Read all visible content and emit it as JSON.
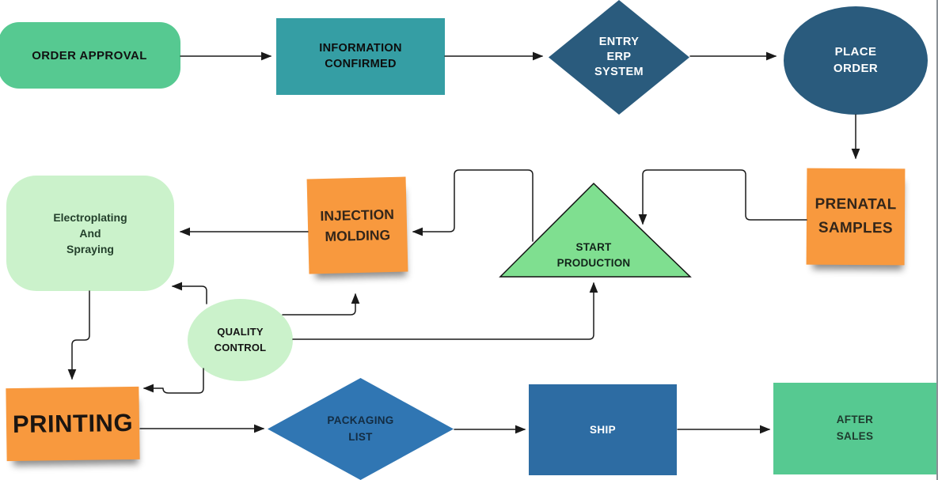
{
  "diagram_type": "flowchart",
  "nodes": {
    "order_approval": {
      "label": "ORDER APPROVAL",
      "shape": "rounded-rectangle",
      "fill": "#56C991"
    },
    "information_confirmed": {
      "label": "INFORMATION\nCONFIRMED",
      "shape": "rectangle",
      "fill": "#359EA4"
    },
    "entry_erp_system": {
      "label": "ENTRY\nERP\nSYSTEM",
      "shape": "diamond",
      "fill": "#2A5B7D"
    },
    "place_order": {
      "label": "PLACE\nORDER",
      "shape": "ellipse",
      "fill": "#2A5B7D"
    },
    "prenatal_samples": {
      "label": "PRENATAL\nSAMPLES",
      "shape": "sticky-note",
      "fill": "#F8993E"
    },
    "electroplating": {
      "label": "Electroplating\nAnd\nSpraying",
      "shape": "rounded-rectangle",
      "fill": "#CBF2CB"
    },
    "injection_molding": {
      "label": "INJECTION\nMOLDING",
      "shape": "sticky-note",
      "fill": "#F8993E"
    },
    "start_production": {
      "label": "START\nPRODUCTION",
      "shape": "triangle",
      "fill": "#7FDF90"
    },
    "quality_control": {
      "label": "QUALITY\nCONTROL",
      "shape": "ellipse",
      "fill": "#CBF2CB"
    },
    "printing": {
      "label": "PRINTING",
      "shape": "sticky-note",
      "fill": "#F8993E"
    },
    "packaging_list": {
      "label": "PACKAGING\nLIST",
      "shape": "diamond",
      "fill": "#3076B3"
    },
    "ship": {
      "label": "SHIP",
      "shape": "rectangle",
      "fill": "#2D6CA3"
    },
    "after_sales": {
      "label": "AFTER\nSALES",
      "shape": "rectangle",
      "fill": "#56C991"
    }
  },
  "edges": [
    {
      "from": "ORDER APPROVAL",
      "to": "INFORMATION CONFIRMED"
    },
    {
      "from": "INFORMATION CONFIRMED",
      "to": "ENTRY ERP SYSTEM"
    },
    {
      "from": "ENTRY ERP SYSTEM",
      "to": "PLACE ORDER"
    },
    {
      "from": "PLACE ORDER",
      "to": "PRENATAL SAMPLES"
    },
    {
      "from": "PRENATAL SAMPLES",
      "to": "START PRODUCTION"
    },
    {
      "from": "START PRODUCTION",
      "to": "INJECTION MOLDING"
    },
    {
      "from": "INJECTION MOLDING",
      "to": "ELECTROPLATING AND SPRAYING"
    },
    {
      "from": "ELECTROPLATING AND SPRAYING",
      "to": "PRINTING"
    },
    {
      "from": "QUALITY CONTROL",
      "to": "ELECTROPLATING AND SPRAYING"
    },
    {
      "from": "QUALITY CONTROL",
      "to": "INJECTION MOLDING"
    },
    {
      "from": "QUALITY CONTROL",
      "to": "START PRODUCTION"
    },
    {
      "from": "QUALITY CONTROL",
      "to": "PRINTING"
    },
    {
      "from": "PRINTING",
      "to": "PACKAGING LIST"
    },
    {
      "from": "PACKAGING LIST",
      "to": "SHIP"
    },
    {
      "from": "SHIP",
      "to": "AFTER SALES"
    }
  ],
  "colors": {
    "background": "#FFFFFF",
    "connector": "#1A1A1A",
    "triangle_outline": "#111111",
    "canvas_border": "#8B9197"
  }
}
